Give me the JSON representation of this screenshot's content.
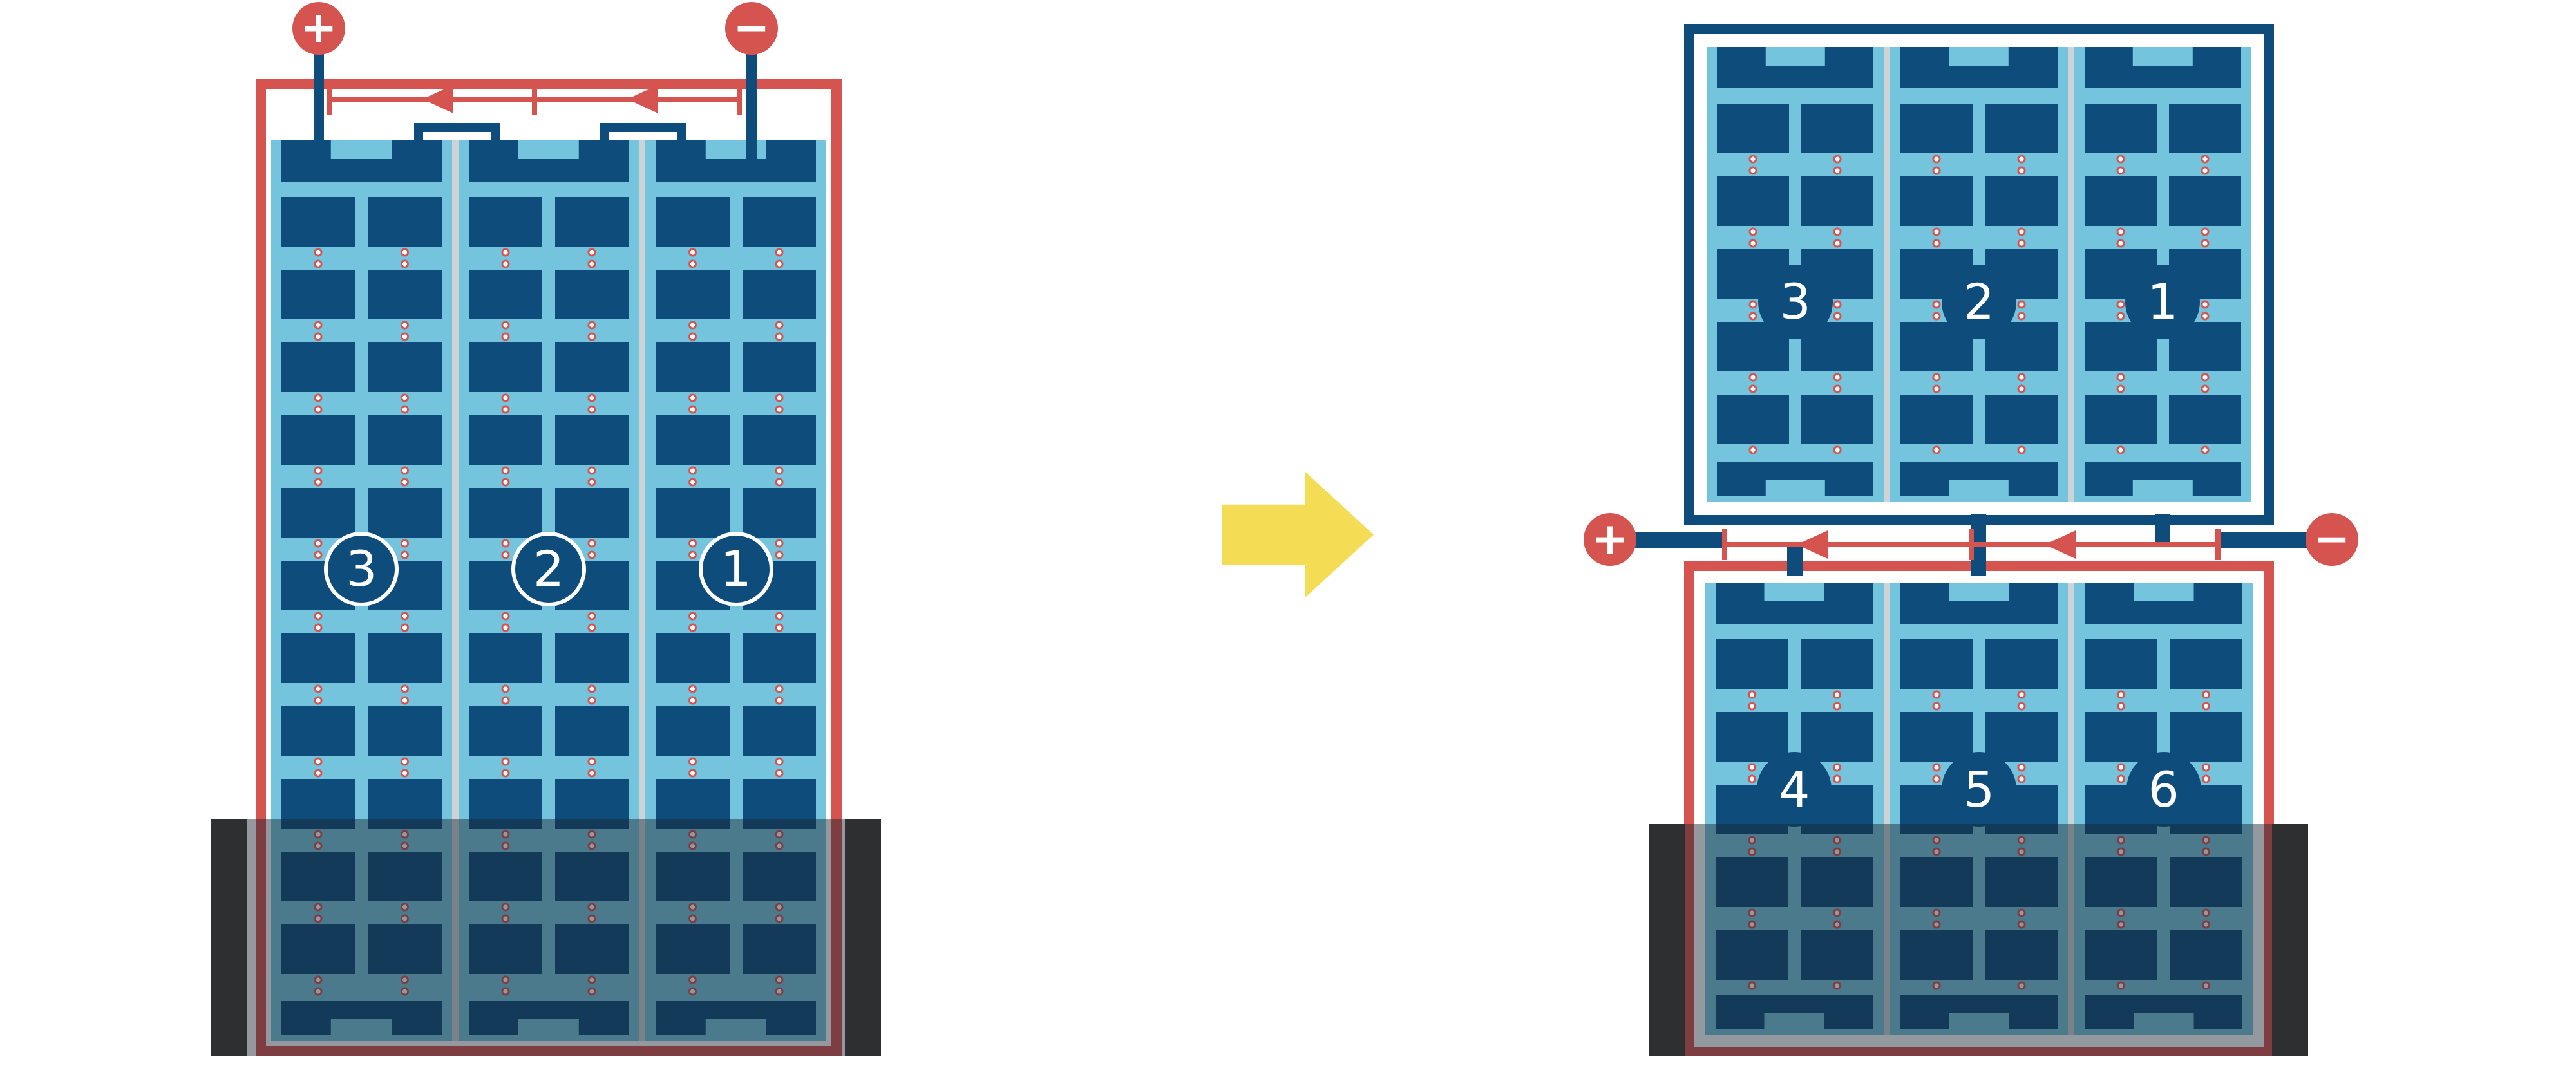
{
  "colors": {
    "red": "#D5544F",
    "dark_blue": "#0E4C7C",
    "light_blue": "#75C4DE",
    "column_gap_gray": "#CDD3D6",
    "yellow": "#F4DD55",
    "shade_overlay": "rgba(28,39,51,0.47)",
    "shade_bar": "#2D2F31"
  },
  "left_panel": {
    "terminals": {
      "positive": "+",
      "negative": "−"
    },
    "modules": [
      {
        "label": "3"
      },
      {
        "label": "2"
      },
      {
        "label": "1"
      }
    ]
  },
  "right_top_panel": {
    "modules": [
      {
        "label": "3"
      },
      {
        "label": "2"
      },
      {
        "label": "1"
      }
    ]
  },
  "right_bottom_panel": {
    "modules": [
      {
        "label": "4"
      },
      {
        "label": "5"
      },
      {
        "label": "6"
      }
    ]
  },
  "middle_terminals": {
    "positive": "+",
    "negative": "−"
  }
}
